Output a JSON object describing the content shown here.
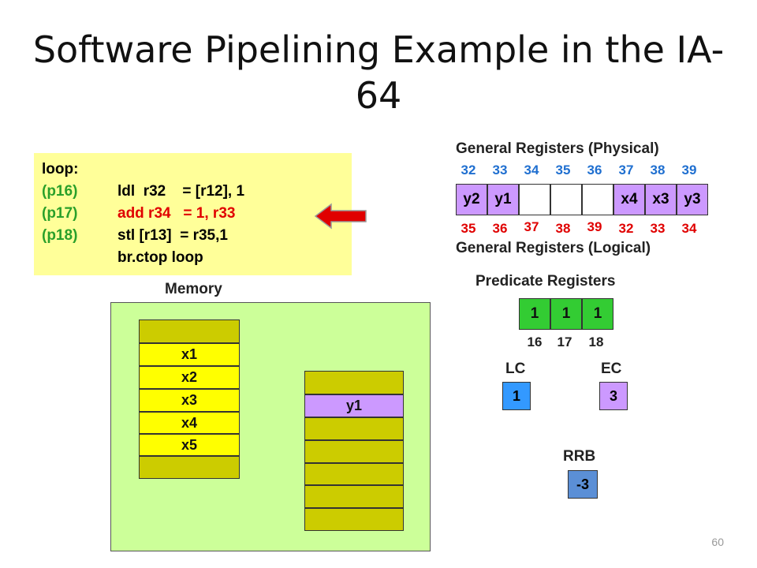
{
  "slide": {
    "title": "Software Pipelining Example in the IA-64",
    "slide_number": "60"
  },
  "code": {
    "label": "loop:",
    "lines": [
      {
        "pred": "(p16)",
        "instr": "ldl  r32    = [r12], 1"
      },
      {
        "pred": "(p17)",
        "instr": "add r34   = 1, r33"
      },
      {
        "pred": "(p18)",
        "instr": "stl [r13]  = r35,1"
      },
      {
        "pred": "",
        "instr": "br.ctop loop"
      }
    ],
    "highlighted_line": 1
  },
  "general_registers": {
    "physical_label": "General Registers (Physical)",
    "logical_label": "General Registers (Logical)",
    "physical_numbers": [
      "32",
      "33",
      "34",
      "35",
      "36",
      "37",
      "38",
      "39"
    ],
    "logical_numbers": [
      "35",
      "36",
      "37",
      "38",
      "39",
      "32",
      "33",
      "34"
    ],
    "cells": [
      "y2",
      "y1",
      "",
      "",
      "",
      "x4",
      "x3",
      "y3"
    ]
  },
  "predicate_registers": {
    "label": "Predicate Registers",
    "values": [
      "1",
      "1",
      "1"
    ],
    "numbers": [
      "16",
      "17",
      "18"
    ]
  },
  "lc": {
    "label": "LC",
    "value": "1"
  },
  "ec": {
    "label": "EC",
    "value": "3"
  },
  "rrb": {
    "label": "RRB",
    "value": "-3"
  },
  "memory": {
    "label": "Memory",
    "source_cells": [
      "",
      "x1",
      "x2",
      "x3",
      "x4",
      "x5",
      ""
    ],
    "dest_cells": [
      "",
      "y1",
      "",
      "",
      "",
      "",
      ""
    ]
  },
  "colors": {
    "code_bg": "#ffff99",
    "register_filled": "#cc99ff",
    "predicate": "#33cc33",
    "lc_box": "#3399ff",
    "ec_box": "#cc99ff",
    "rrb_box": "#5b8fd6",
    "memory_bg": "#ccff99",
    "source_cell": "#cccc00",
    "source_value": "#ffff00",
    "dest_cell": "#cccc00",
    "dest_value": "#cc99ff",
    "arrow": "#e00000"
  }
}
